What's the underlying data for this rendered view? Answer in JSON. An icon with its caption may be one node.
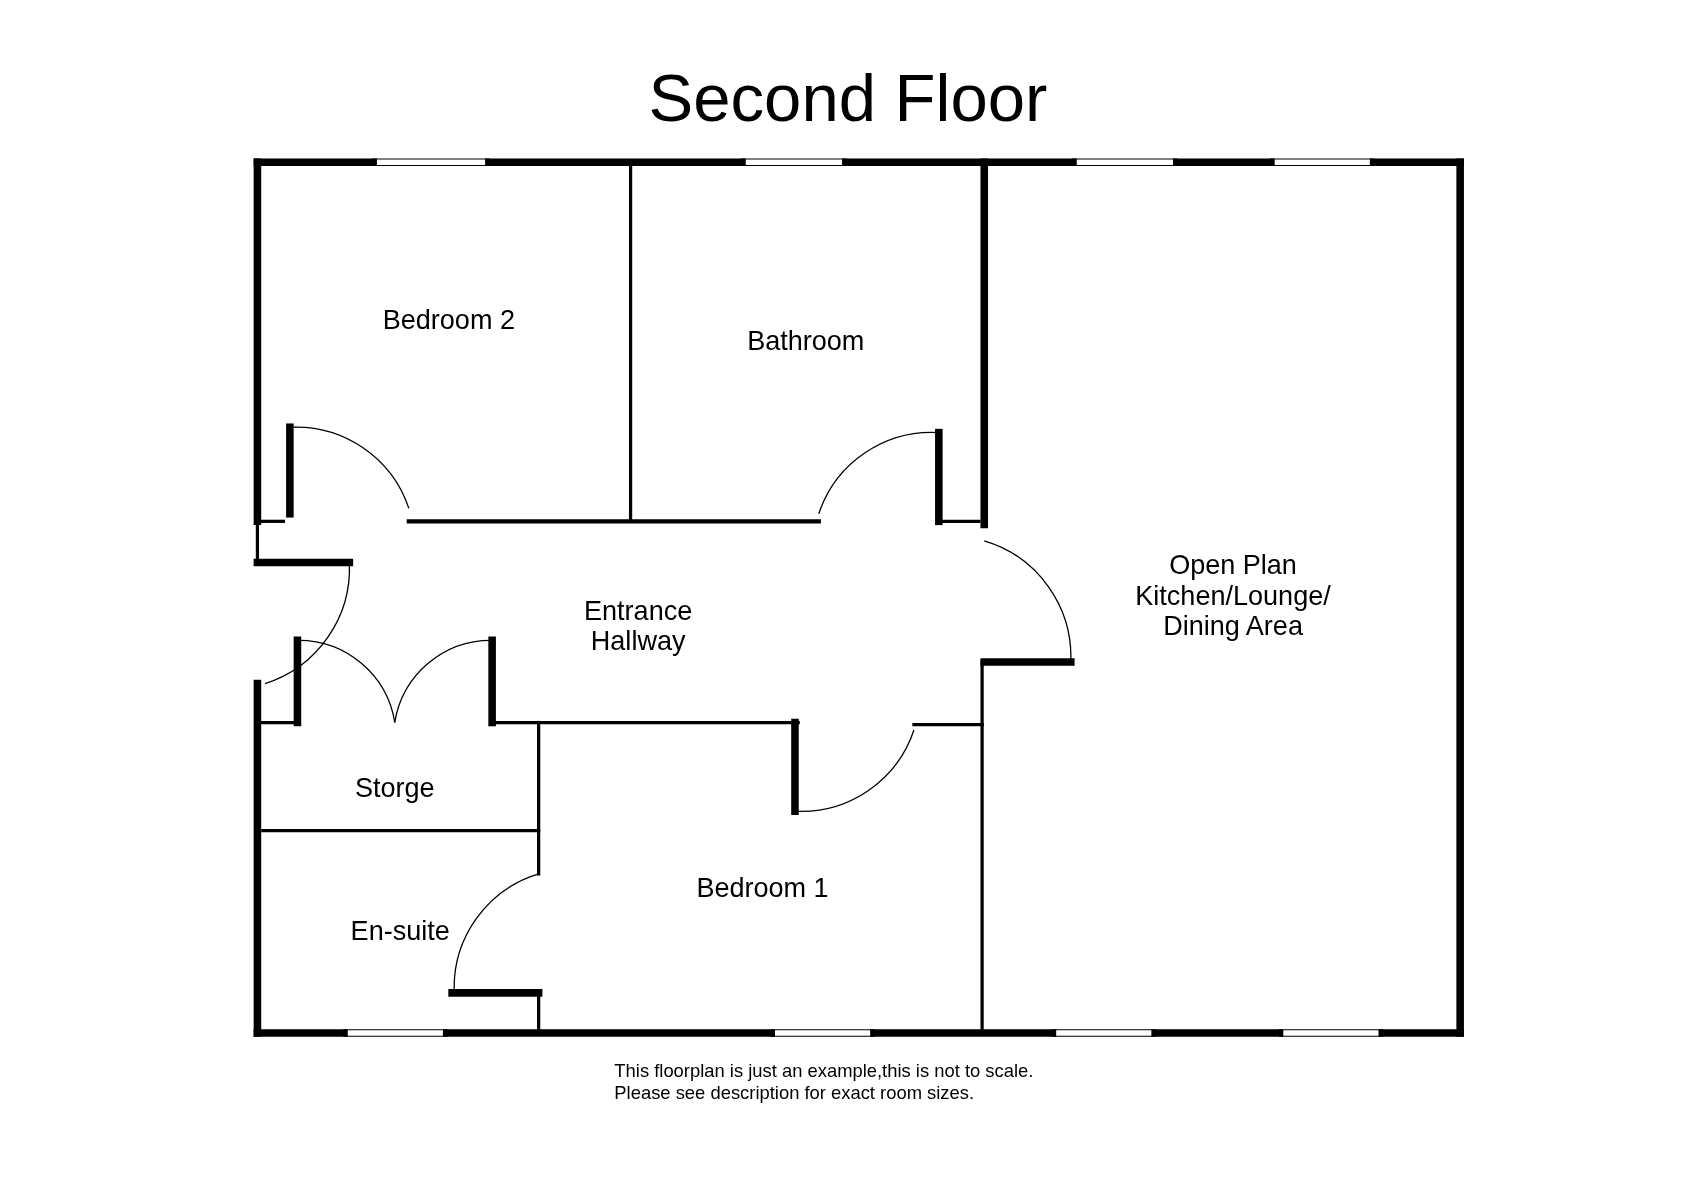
{
  "diagram": {
    "title": "Second Floor",
    "nodes": [
      {
        "text": [
          "Bedroom 2"
        ]
      },
      {
        "text": [
          "Bathroom"
        ]
      },
      {
        "text": [
          "Open Plan Kitchen/Lounge/ Dining Area"
        ]
      },
      {
        "text": [
          "Entrance Hallway"
        ]
      },
      {
        "text": [
          "Storge"
        ]
      },
      {
        "text": [
          "Bedroom 1"
        ]
      },
      {
        "text": [
          "En-suite"
        ]
      }
    ],
    "edges": [],
    "labels": [
      "This floorplan is just an example,this is not to scale.",
      "Please see description for exact room sizes."
    ]
  }
}
